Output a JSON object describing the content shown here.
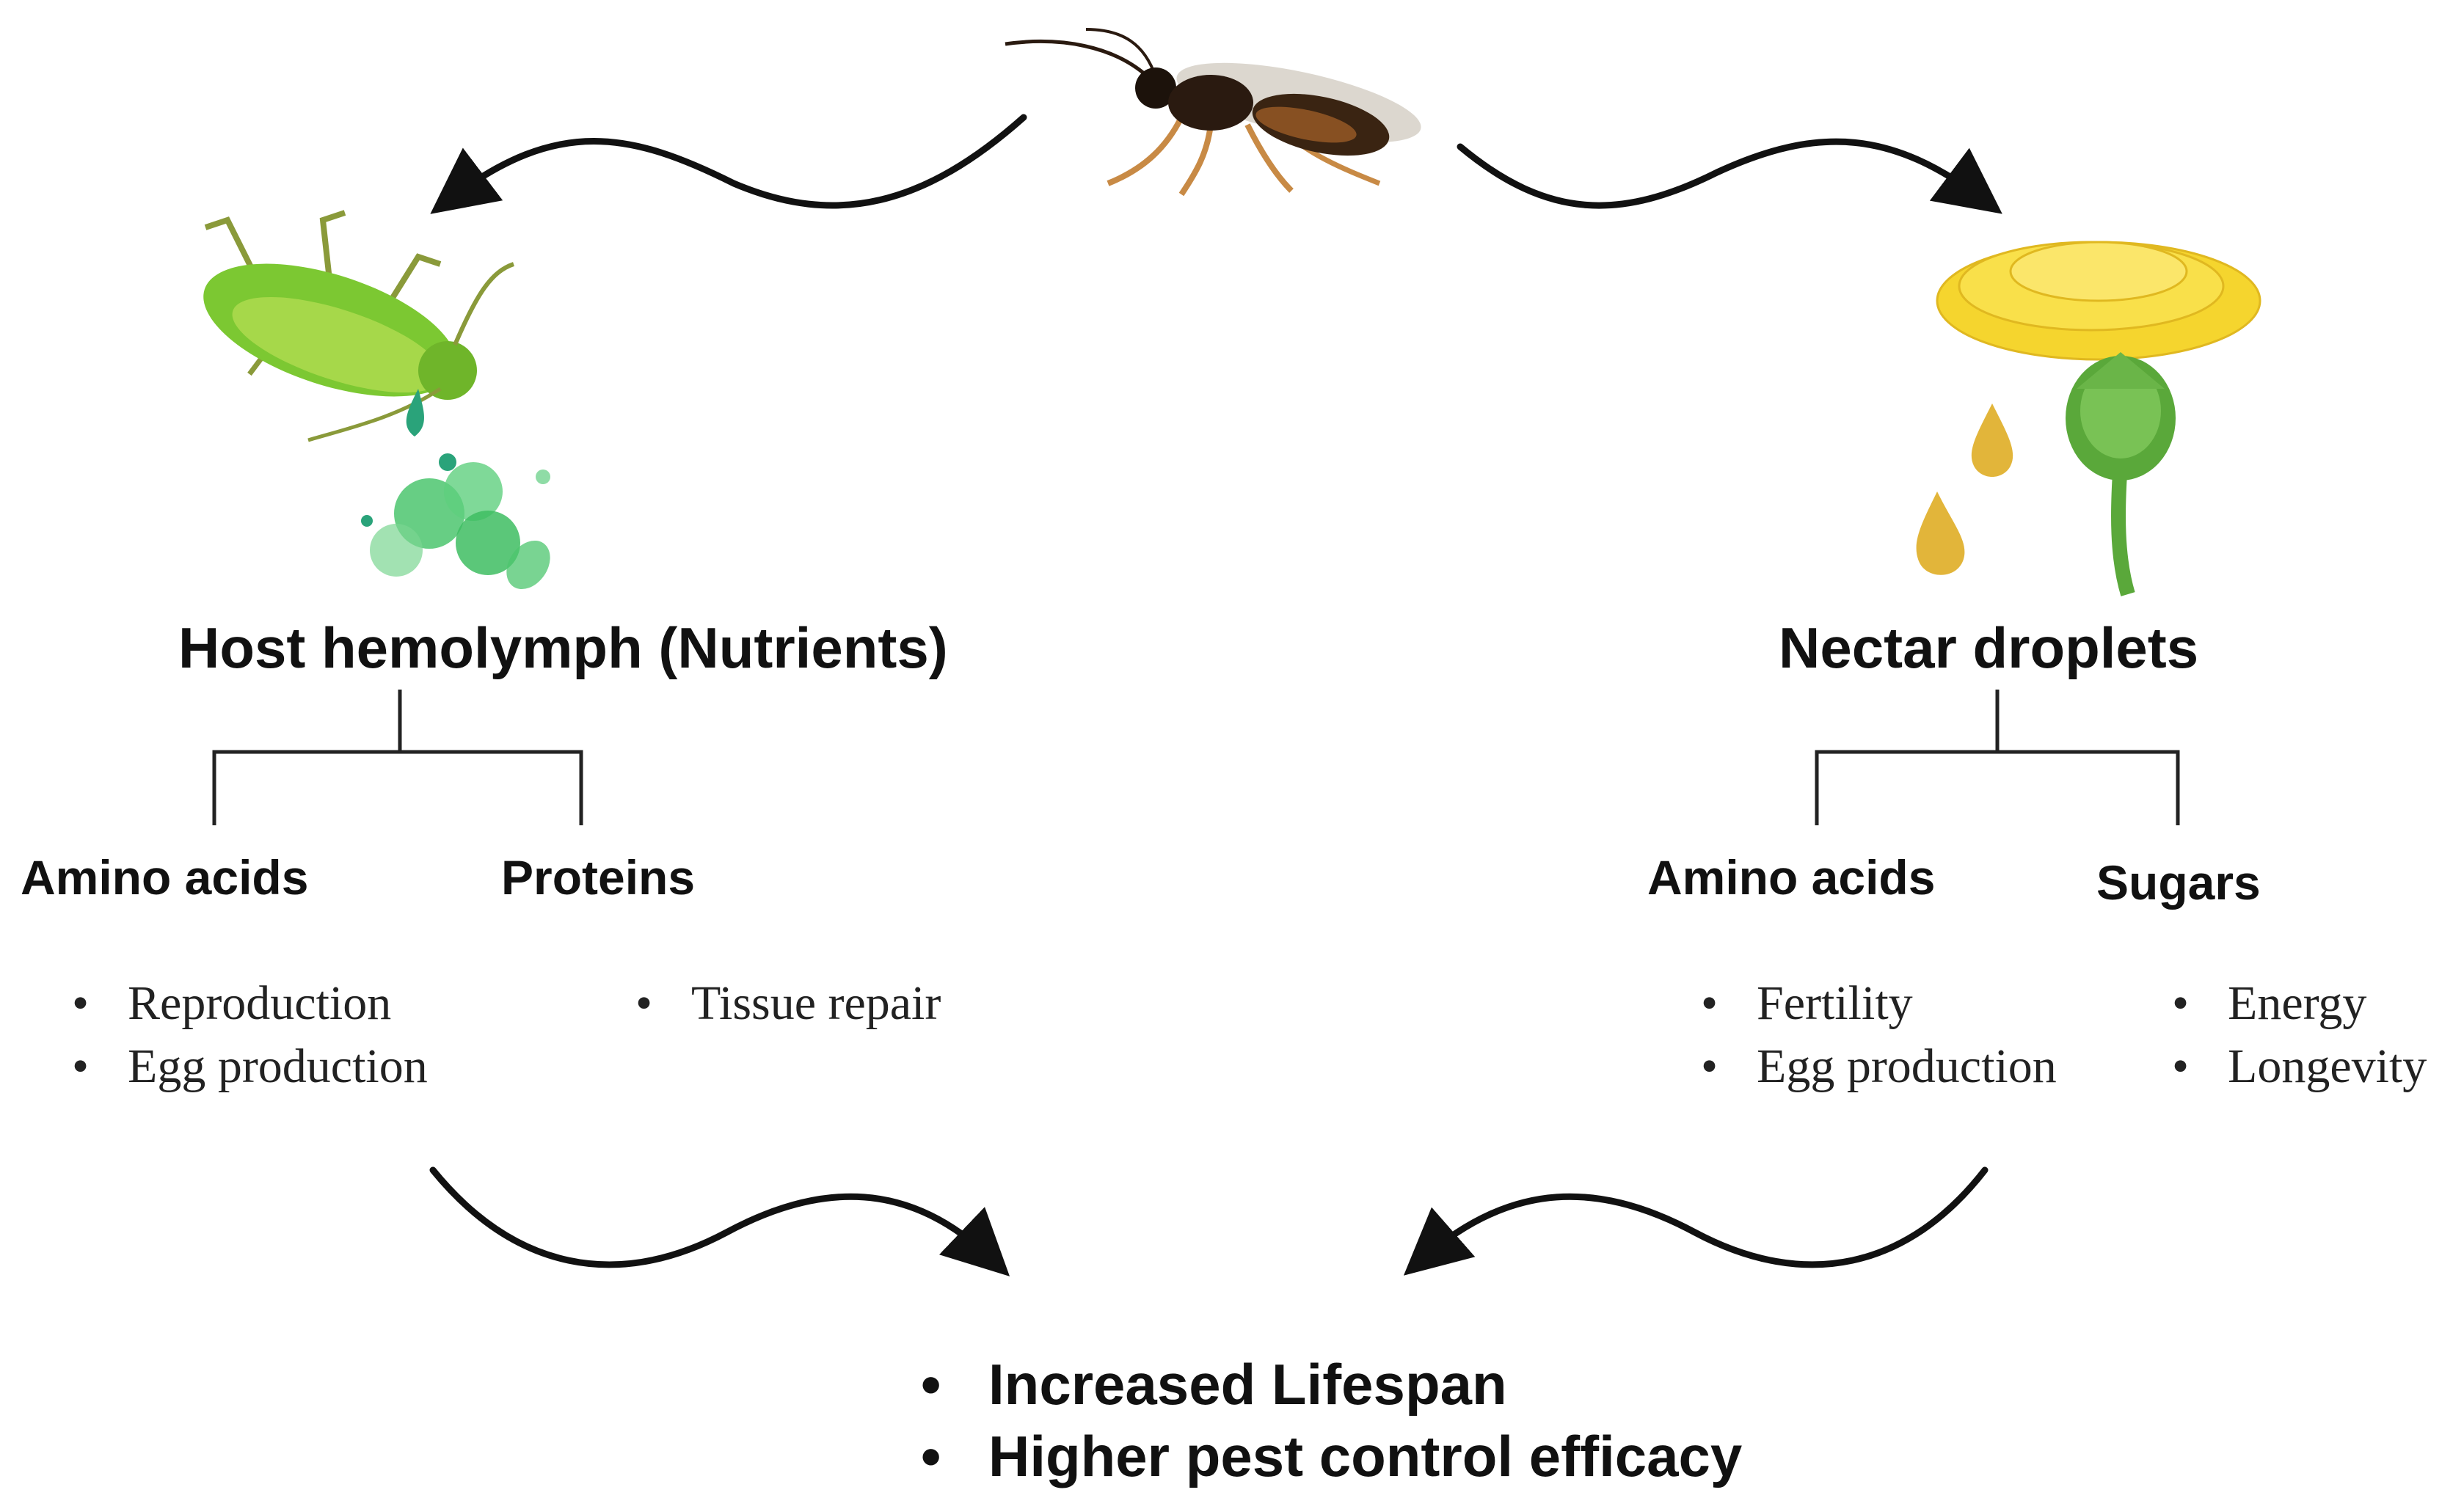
{
  "left_source": {
    "title": "Host hemolymph (Nutrients)",
    "branches": [
      {
        "name": "Amino acids",
        "benefits": [
          "Reproduction",
          "Egg production"
        ]
      },
      {
        "name": "Proteins",
        "benefits": [
          "Tissue repair"
        ]
      }
    ]
  },
  "right_source": {
    "title": "Nectar droplets",
    "branches": [
      {
        "name": "Amino acids",
        "benefits": [
          "Fertility",
          "Egg production"
        ]
      },
      {
        "name": "Sugars",
        "benefits": [
          "Energy",
          "Longevity"
        ]
      }
    ]
  },
  "outcomes": [
    "Increased Lifespan",
    "Higher pest control efficacy"
  ],
  "colors": {
    "text": "#111111",
    "aphid_green": "#7cc832",
    "droplet_teal": "#2aa37a",
    "cell_green": "#4cc56e",
    "petal_yellow": "#f5d52e",
    "nectar_gold": "#e2b53a",
    "stem_green": "#5aa83a",
    "wasp_body": "#2a1a10",
    "wasp_leg": "#c88a45"
  },
  "icons": [
    "wasp-icon",
    "aphid-icon",
    "hemolymph-cells-icon",
    "dandelion-icon",
    "nectar-droplet-icon"
  ]
}
